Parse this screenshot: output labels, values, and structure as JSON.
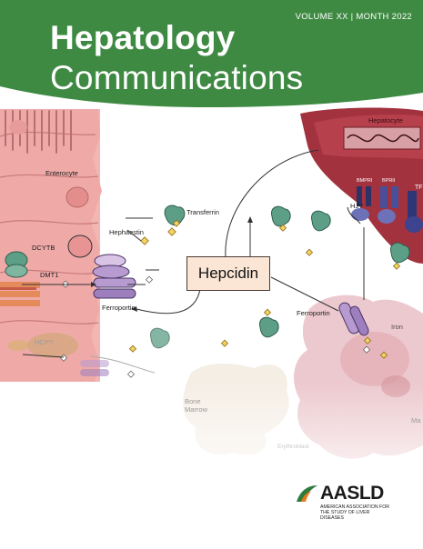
{
  "journal": {
    "title_line1": "Hepatology",
    "title_line2": "Communications",
    "issue": "VOLUME XX | MONTH 2022"
  },
  "colors": {
    "header_green": "#3f8a43",
    "enterocyte_pink": "#f0b0ae",
    "hepatocyte_red": "#a3323f",
    "protein_green": "#5d9e86",
    "ferroportin_purple": "#b79ad0",
    "iron_yellow": "#f4d160",
    "hepcidin_box": "#fbe6d6"
  },
  "figure": {
    "hepcidin": "Hepcidin",
    "labels": {
      "enterocyte": "Enterocyte",
      "dcytb": "DCYTB",
      "dmt1": "DMT1",
      "hcp": "HCP?",
      "hephaestin": "Hephaestin",
      "ferroportin_left": "Ferroportin",
      "transferrin": "Transferrin",
      "hepatocyte": "Hepatocyte",
      "bmpr1": "BMPRI",
      "bmpr2": "BPRII",
      "tfr": "TF",
      "hjv": "HJV",
      "ferroportin_right": "Ferroportin",
      "iron": "Iron",
      "bone_marrow": "Bone Marrow",
      "erythroblast": "Erythroblast",
      "macrophage_partial": "Ma"
    }
  },
  "society": {
    "abbrev": "AASLD",
    "full_name": "AMERICAN ASSOCIATION FOR THE STUDY OF LIVER DISEASES"
  }
}
